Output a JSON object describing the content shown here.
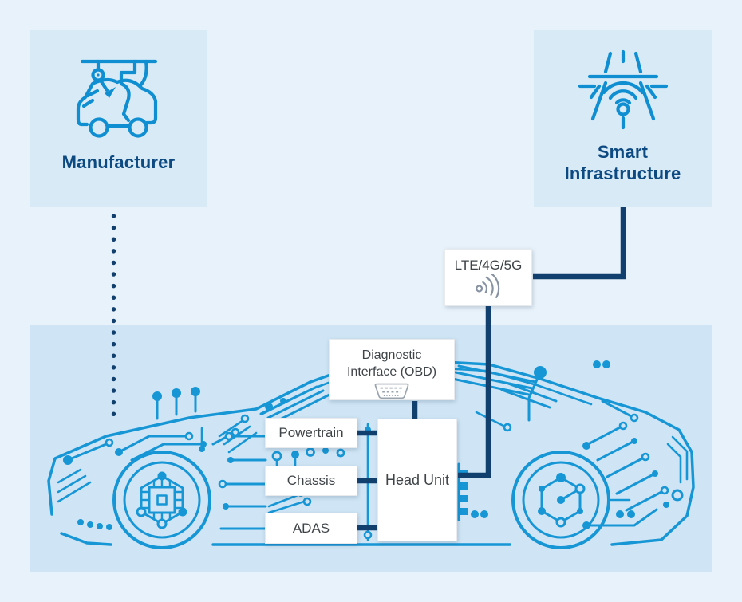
{
  "colors": {
    "page_bg": "#e8f2fa",
    "tile_bg": "#d7eaf6",
    "band_bg": "#cfe5f5",
    "circuit_blue": "#1796d6",
    "connector_navy": "#11406f",
    "tile_label_navy": "#0d4a82",
    "card_text": "#3f4448",
    "icon_gray": "#8793a3"
  },
  "nodes": {
    "manufacturer": {
      "label": "Manufacturer",
      "icon": "robotic-arm-assembling-car-icon"
    },
    "smart_infrastructure": {
      "label_line1": "Smart",
      "label_line2": "Infrastructure",
      "icon": "smart-road-wifi-icon"
    },
    "lte": {
      "label": "LTE/4G/5G",
      "icon": "wireless-signal-icon"
    },
    "diagnostic_interface": {
      "label_line1": "Diagnostic",
      "label_line2": "Interface (OBD)",
      "icon": "obd-connector-icon"
    },
    "powertrain": {
      "label": "Powertrain"
    },
    "chassis": {
      "label": "Chassis"
    },
    "adas": {
      "label": "ADAS"
    },
    "head_unit": {
      "label": "Head Unit"
    },
    "vehicle": {
      "illustration": "circuit-board-car"
    }
  },
  "connections": [
    {
      "from": "manufacturer",
      "to": "vehicle",
      "style": "dotted"
    },
    {
      "from": "smart_infrastructure",
      "to": "lte",
      "style": "solid"
    },
    {
      "from": "lte",
      "to": "head_unit",
      "style": "solid"
    },
    {
      "from": "diagnostic_interface",
      "to": "head_unit",
      "style": "solid"
    },
    {
      "from": "powertrain",
      "to": "head_unit",
      "style": "solid"
    },
    {
      "from": "chassis",
      "to": "head_unit",
      "style": "solid"
    },
    {
      "from": "adas",
      "to": "head_unit",
      "style": "solid"
    }
  ]
}
